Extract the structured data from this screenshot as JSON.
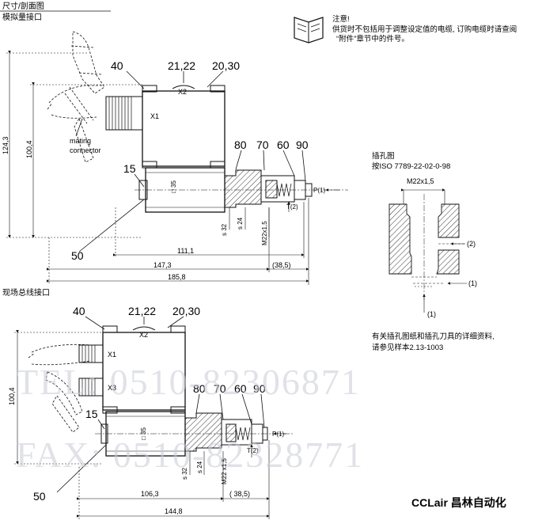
{
  "header": {
    "section_title": "尺寸/剖面图",
    "analog_title": "模拟量接口",
    "fieldbus_title": "现场总线接口"
  },
  "note": {
    "title": "注意!",
    "line1": "供货时不包括用于调整设定值的电缆, 订购电缆时请查阅",
    "line2": "“附件”章节中的件号。"
  },
  "cavity": {
    "title": "插孔图",
    "standard": "按ISO 7789-22-02-0-98",
    "thread": "M22x1,5",
    "port2": "(2)",
    "port1a": "(1)",
    "port1b": "(1)",
    "info_line1": "有关插孔图纸和插孔刀具的详细资料,",
    "info_line2": "请参见样本2.13-1003"
  },
  "top_view": {
    "callouts": {
      "c40": "40",
      "c2122": "21,22",
      "c2030": "20,30",
      "c80": "80",
      "c70": "70",
      "c60": "60",
      "c90": "90",
      "c15": "15",
      "c50": "50"
    },
    "labels": {
      "x2": "X2",
      "x1": "X1",
      "mating1": "mating",
      "mating2": "connector",
      "sq35": "□ 35",
      "port_p": "P(1)",
      "port_t": "T(2)",
      "s32": "s 32",
      "s24": "s 24",
      "m22": "M22x1,5"
    },
    "dims": {
      "d124": "124,3",
      "d100": "100,4",
      "d111": "111,1",
      "d147": "147,3",
      "d385": "(38,5)",
      "d185": "185,8"
    }
  },
  "bottom_view": {
    "callouts": {
      "c40": "40",
      "c2122": "21,22",
      "c2030": "20,30",
      "c80": "80",
      "c70": "70",
      "c60": "60",
      "c90": "90",
      "c15": "15",
      "c50": "50"
    },
    "labels": {
      "x2": "X2",
      "x1": "X1",
      "x3": "X3",
      "sq35": "□ 35",
      "port_p": "P(1)",
      "port_t": "T(2)",
      "s32": "s 32",
      "s24": "s 24",
      "m22": "M22 x1,5"
    },
    "dims": {
      "d100": "100,4",
      "d106": "106,3",
      "d385": "( 38,5)",
      "d144": "144,8"
    }
  },
  "watermark": {
    "tel": "TEL: 0510-82306871",
    "fax": "FAX: 0510-82328771"
  },
  "brand": "CCLair 昌林自动化"
}
